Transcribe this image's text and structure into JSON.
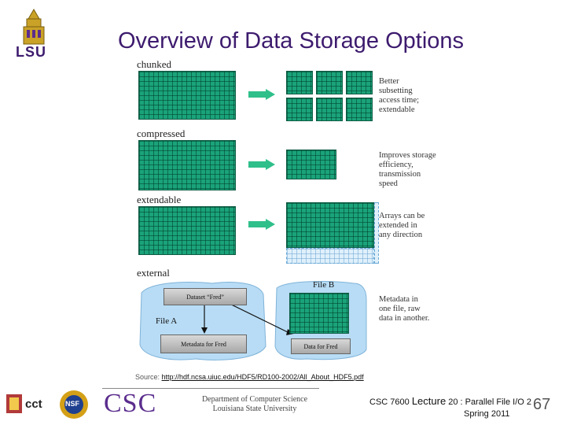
{
  "header": {
    "title": "Overview of Data Storage Options",
    "logo_text": "LSU"
  },
  "sections": [
    {
      "label": "chunked",
      "desc_lines": [
        "Better",
        "subsetting",
        "access time;",
        "extendable"
      ]
    },
    {
      "label": "compressed",
      "desc_lines": [
        "Improves storage",
        "efficiency,",
        "transmission speed"
      ]
    },
    {
      "label": "extendable",
      "desc_lines": [
        "Arrays can be",
        "extended  in",
        "any direction"
      ]
    },
    {
      "label": "external",
      "desc_lines": [
        "Metadata in",
        "one file,  raw",
        "data in another."
      ]
    }
  ],
  "external_diagram": {
    "file_a": "File A",
    "file_b": "File B",
    "dataset_box": "Dataset “Fred”",
    "metadata_box": "Metadata for Fred",
    "data_box": "Data for Fred"
  },
  "source": {
    "prefix": "Source: ",
    "url": "http://hdf.ncsa.uiuc.edu/HDF5/RD100-2002/All_About_HDF5.pdf"
  },
  "footer": {
    "course_prefix": "CSC 7600 ",
    "course_lecture": "Lecture",
    "course_suffix": " 20 : Parallel File I/O 2",
    "term": "Spring 2011",
    "page_number": "67",
    "logo_cct": "cct",
    "logo_nsf": "NSF",
    "logo_csc": "CSC",
    "dept_line1": "Department of Computer Science",
    "dept_line2": "Louisiana State University"
  },
  "colors": {
    "title": "#3d1b6e",
    "grid_green": "#1aa37a",
    "arrow_green": "#2fbf8a",
    "external_blue": "#b8dcf5"
  }
}
